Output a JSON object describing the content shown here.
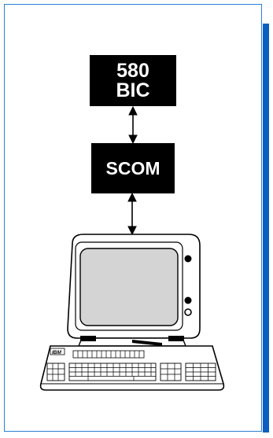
{
  "diagram": {
    "top_box": {
      "line1": "580",
      "line2": "BIC"
    },
    "middle_box": {
      "label": "SCOM"
    },
    "terminal": {
      "brand": "IBM"
    }
  },
  "colors": {
    "border": "#2a7fd4",
    "accent": "#0b5fc0",
    "box_fill": "#000000",
    "screen": "#d4d4d4"
  },
  "icons": [
    "double-arrow-icon",
    "computer-terminal-icon",
    "keyboard-icon"
  ]
}
